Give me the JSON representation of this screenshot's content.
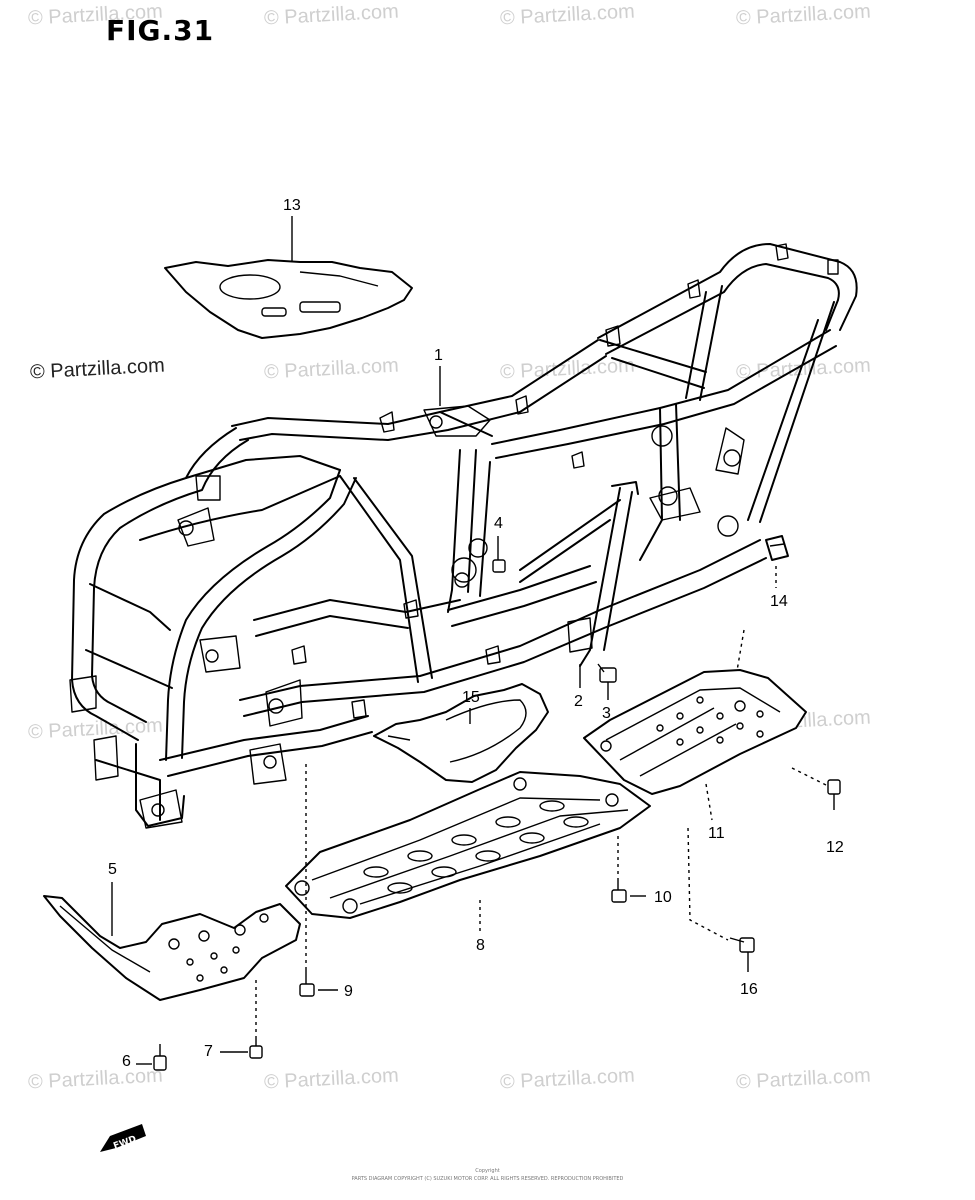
{
  "figure": {
    "title": "FIG.31"
  },
  "watermarks": [
    "© Partzilla.com",
    "© Partzilla.com",
    "© Partzilla.com",
    "© Partzilla.com",
    "© Partzilla.com",
    "© Partzilla.com",
    "© Partzilla.com",
    "© Partzilla.com",
    "© Partzilla.com",
    "© Partzilla.com",
    "© Partzilla.com",
    "© Partzilla.com",
    "© Partzilla.com",
    "© Partzilla.com"
  ],
  "callouts": {
    "c1": "1",
    "c2": "2",
    "c3": "3",
    "c4": "4",
    "c5": "5",
    "c6": "6",
    "c7": "7",
    "c8": "8",
    "c9": "9",
    "c10": "10",
    "c11": "11",
    "c12": "12",
    "c13": "13",
    "c14": "14",
    "c15": "15",
    "c16": "16"
  },
  "fwd_label": "FWD",
  "footer": {
    "line1": "Copyright",
    "line2": "PARTS DIAGRAM COPYRIGHT (C) SUZUKI MOTOR CORP. ALL RIGHTS RESERVED. REPRODUCTION PROHIBITED"
  }
}
